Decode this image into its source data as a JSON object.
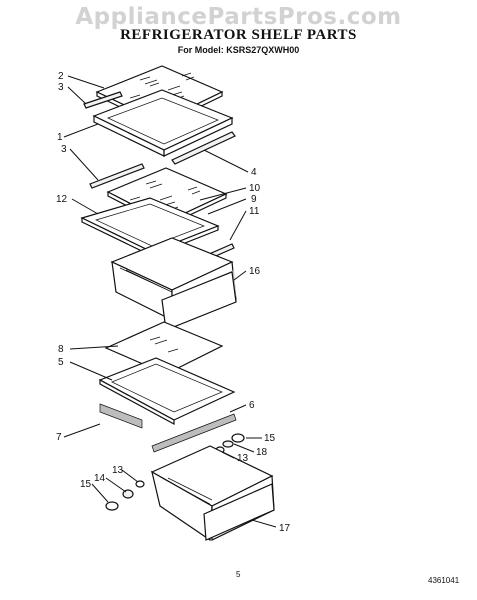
{
  "watermark": "AppliancePartsPros.com",
  "title": "REFRIGERATOR SHELF PARTS",
  "subtitle": "For Model: KSRS27QXWH00",
  "footer": {
    "page": "5",
    "doc_number": "4361041"
  },
  "callouts": {
    "c2": "2",
    "c3a": "3",
    "c1": "1",
    "c3b": "3",
    "c4": "4",
    "c10": "10",
    "c12": "12",
    "c9": "9",
    "c11": "11",
    "c16": "16",
    "c8": "8",
    "c5": "5",
    "c6": "6",
    "c7": "7",
    "c15a": "15",
    "c18": "18",
    "c13a": "13",
    "c14": "14",
    "c13b": "13",
    "c15b": "15",
    "c17": "17"
  }
}
